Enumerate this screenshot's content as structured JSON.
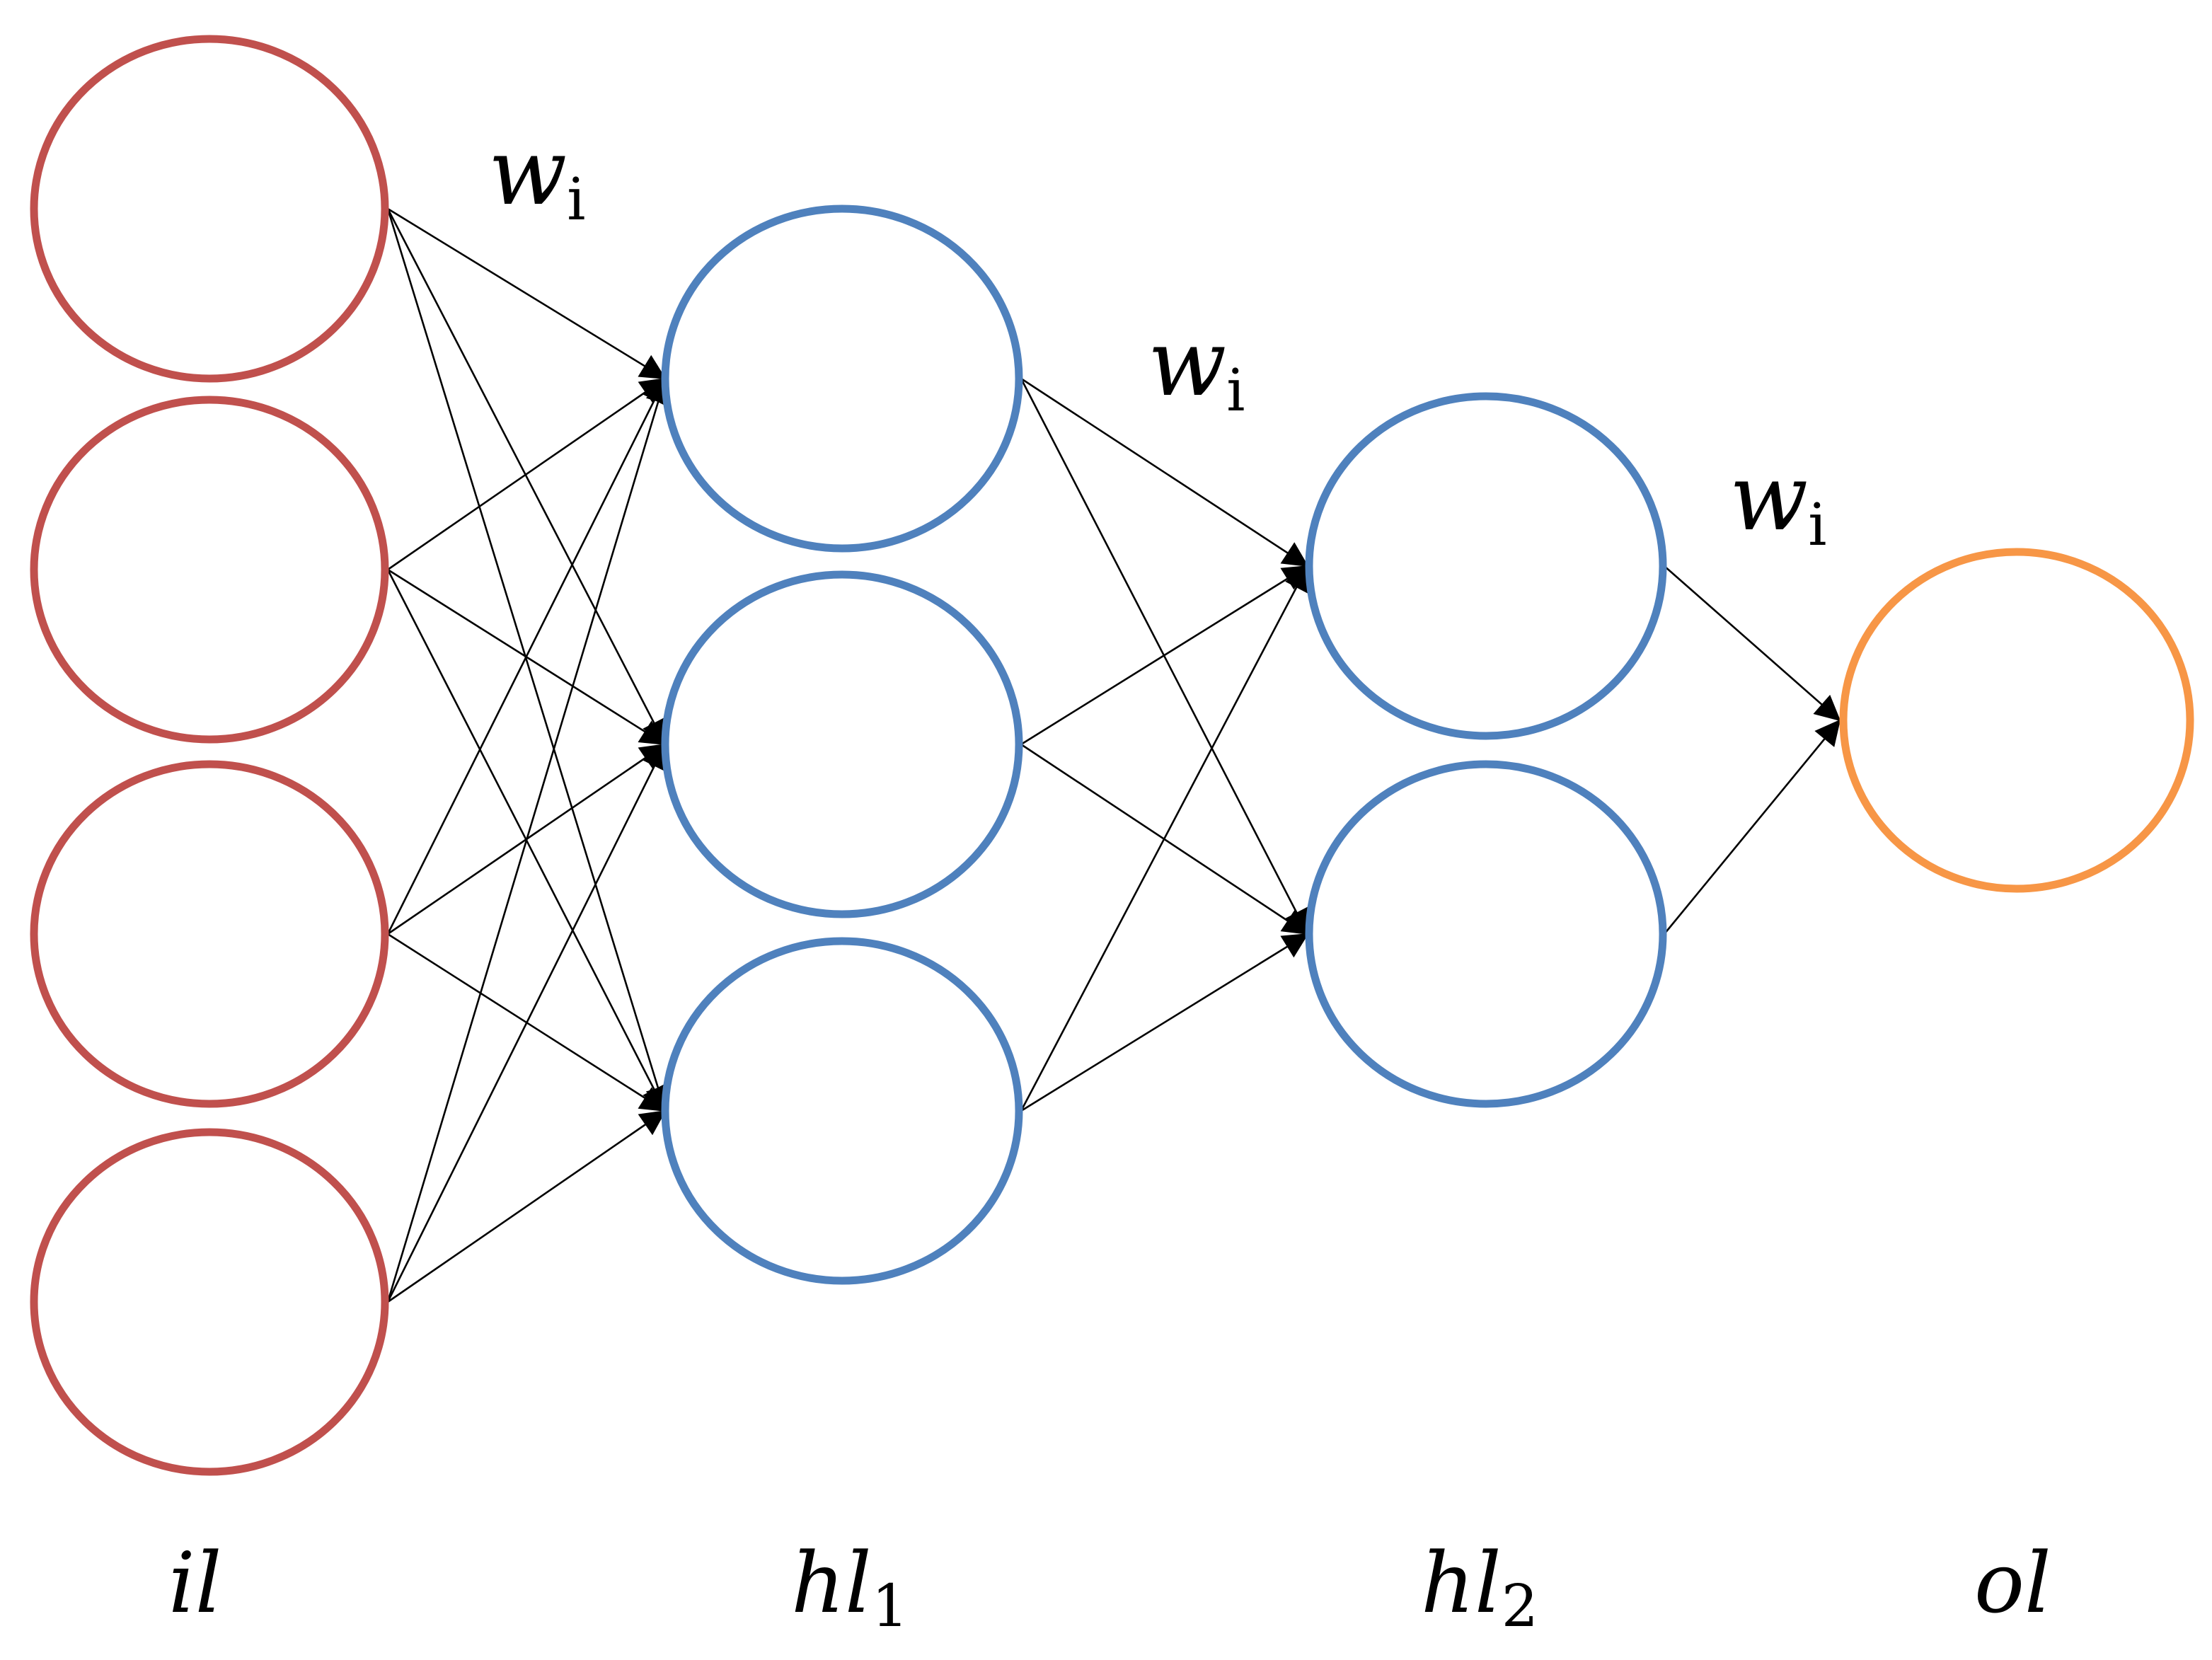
{
  "colors": {
    "input": "#C0504D",
    "hidden": "#4F81BD",
    "output": "#F79646",
    "edge": "#000000"
  },
  "layers": [
    {
      "id": "il",
      "label": "il",
      "subscript": "",
      "nodes": 4,
      "role": "input"
    },
    {
      "id": "hl1",
      "label": "hl",
      "subscript": "1",
      "nodes": 3,
      "role": "hidden"
    },
    {
      "id": "hl2",
      "label": "hl",
      "subscript": "2",
      "nodes": 2,
      "role": "hidden"
    },
    {
      "id": "ol",
      "label": "ol",
      "subscript": "",
      "nodes": 1,
      "role": "output"
    }
  ],
  "connections": "fully-connected",
  "weight_labels": [
    {
      "text": "w",
      "subscript": "i"
    },
    {
      "text": "w",
      "subscript": "i"
    },
    {
      "text": "w",
      "subscript": "i"
    }
  ]
}
